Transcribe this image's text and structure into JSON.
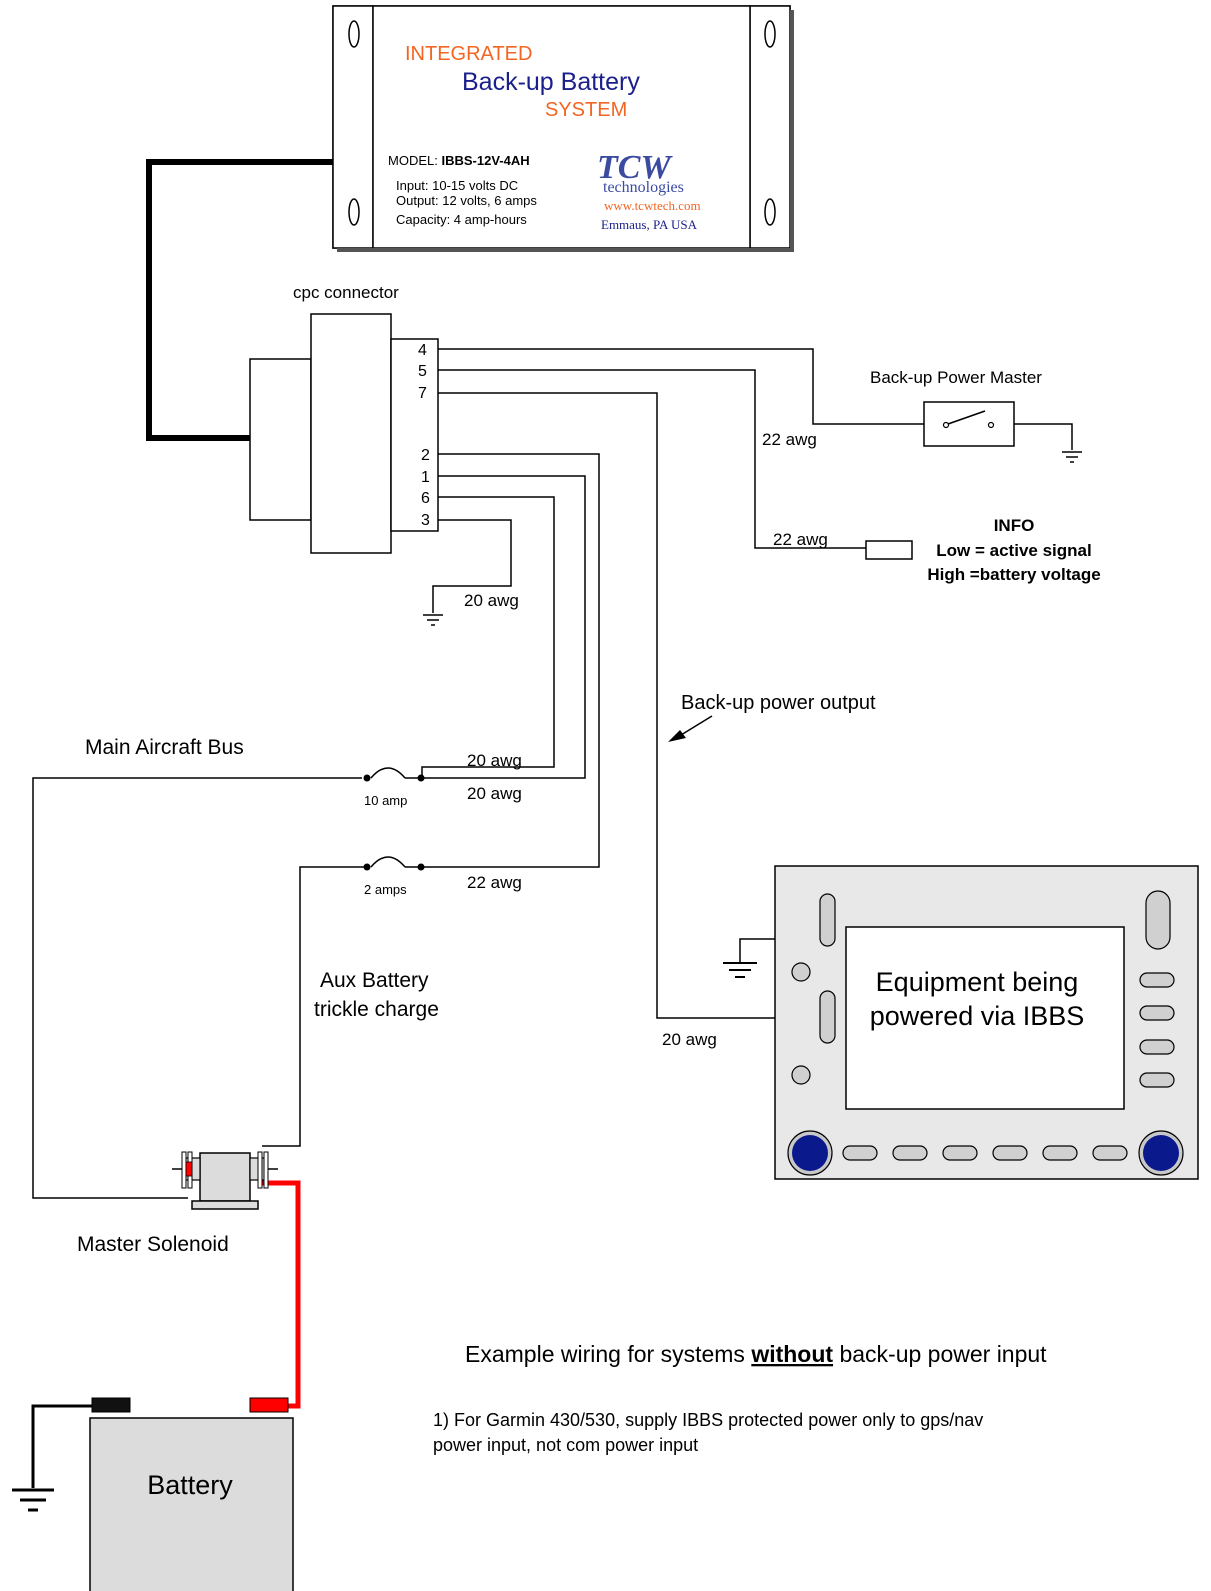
{
  "ibbs_unit": {
    "title_line1": "INTEGRATED",
    "title_line2": "Back-up Battery",
    "title_line3": "SYSTEM",
    "model_label": "MODEL: ",
    "model_value": "IBBS-12V-4AH",
    "input_spec": "Input: 10-15 volts DC",
    "output_spec": "Output: 12 volts, 6 amps",
    "capacity_spec": "Capacity: 4 amp-hours",
    "logo_text": "TCW",
    "logo_sub": "technologies",
    "website": "www.tcwtech.com",
    "location": "Emmaus, PA  USA"
  },
  "connector": {
    "label": "cpc connector",
    "pins": [
      "4",
      "5",
      "7",
      "2",
      "1",
      "6",
      "3"
    ]
  },
  "backup_master": {
    "label": "Back-up Power Master"
  },
  "info": {
    "title": "INFO",
    "line1": "Low = active signal",
    "line2": "High =battery voltage"
  },
  "wire_labels": {
    "pin5_awg": "22 awg",
    "pin7_info_awg": "22 awg",
    "pin3_ground_awg": "20 awg",
    "bus_awg_1": "20 awg",
    "bus_awg_2": "20 awg",
    "aux_awg": "22 awg",
    "equip_awg": "20 awg"
  },
  "labels": {
    "backup_output": "Back-up power output",
    "main_bus": "Main Aircraft Bus",
    "fuse_10": "10 amp",
    "fuse_2": "2 amps",
    "aux_line1": "Aux Battery",
    "aux_line2": "trickle charge",
    "solenoid": "Master Solenoid",
    "battery": "Battery"
  },
  "equipment": {
    "line1": "Equipment being",
    "line2": "powered via IBBS"
  },
  "notes": {
    "example_pre": "Example wiring for systems ",
    "example_em": "without",
    "example_post": " back-up power input",
    "note1_line1": "1) For Garmin 430/530, supply IBBS protected power only to gps/nav",
    "note1_line2": "power input, not com power input"
  },
  "colors": {
    "title_orange": "#f26522",
    "title_navy": "#1b1f8a",
    "logo_blue": "#3b4ba0",
    "web_orange": "#f26522",
    "positive_cable": "#ff0000",
    "knob_blue": "#0a1a8c",
    "bezel_gray": "#e8e8e8"
  }
}
